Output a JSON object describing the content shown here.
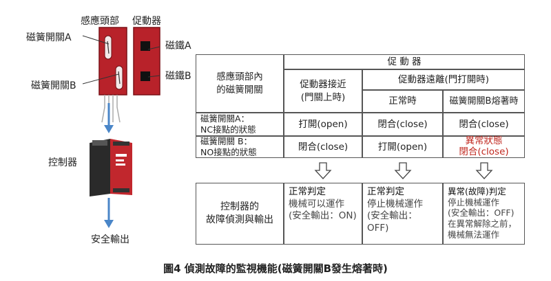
{
  "diagram": {
    "labels": {
      "sensor_head": "感應頭部",
      "actuator": "促動器",
      "reed_a": "磁簧開關A",
      "reed_b": "磁簧開關B",
      "magnet_a": "磁鐵A",
      "magnet_b": "磁鐵B",
      "controller": "控制器",
      "safety_output": "安全輸出"
    },
    "colors": {
      "device_red": "#b8222a",
      "arrow_blue": "#4a86c8"
    }
  },
  "table": {
    "top_header": "促 動 器",
    "row_header_title": "感應頭部內\n的磁簧開關",
    "col_near": "促動器接近\n(門關上時)",
    "col_far": "促動器遠離(門打開時)",
    "col_normal": "正常時",
    "col_welded": "磁簧開關B熔著時",
    "row_a_label": "磁簧開關A：\nNC接點的狀態",
    "row_b_label": "磁簧開關 B：\nNO接點的狀態",
    "row_a": [
      "打開(open)",
      "閉合(close)",
      "閉合(close)"
    ],
    "row_b": [
      "閉合(close)",
      "打開(open)"
    ],
    "row_b_abnormal": "異常狀態\n閉合(close)"
  },
  "detection": {
    "label": "控制器的\n故障偵測與輸出",
    "boxes": [
      {
        "head": "正常判定",
        "body": "機械可以運作\n(安全輸出：ON)"
      },
      {
        "head": "正常判定",
        "body": "停止機械運作\n(安全輸出：OFF)"
      },
      {
        "head": "異常(故障)判定",
        "body": "停止機械運作\n(安全輸出：OFF)\n在異常解除之前，\n機械無法運作"
      }
    ]
  },
  "caption": "圖4  偵測故障的監視機能(磁簧開關B發生熔著時)"
}
